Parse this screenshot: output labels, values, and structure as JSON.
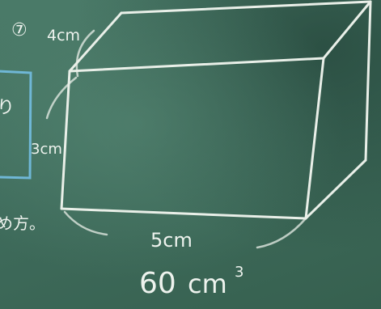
{
  "board": {
    "problem_number": "⑦",
    "depth_label": "4cm",
    "height_label": "3cm",
    "width_label": "5cm",
    "answer_number": "60",
    "answer_unit": "cm",
    "answer_exponent": "3",
    "left_fragment_1": "り",
    "left_fragment_2": "め方。"
  },
  "colors": {
    "board": "#3f6b5c",
    "chalk": "#e9efe8",
    "blue_chalk": "#6fb7d6"
  }
}
